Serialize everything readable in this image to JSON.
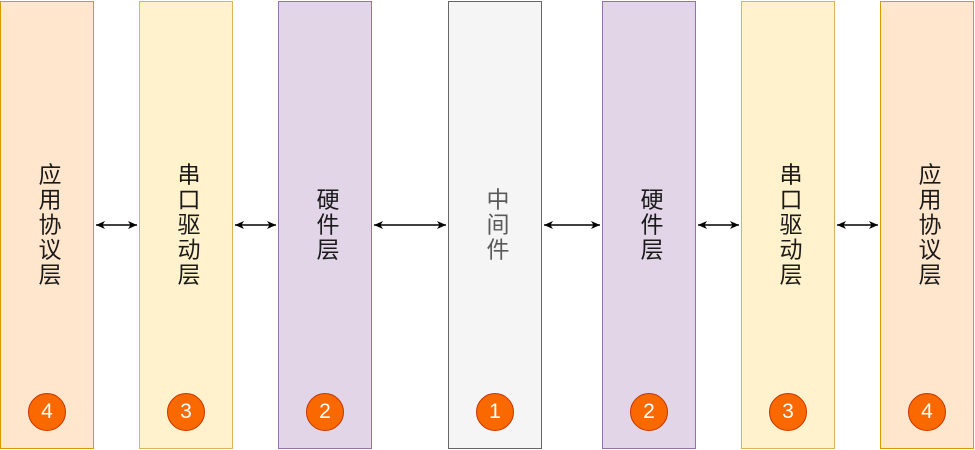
{
  "layers": [
    {
      "label": "应用协议层",
      "badge": "4"
    },
    {
      "label": "串口驱动层",
      "badge": "3"
    },
    {
      "label": "硬件层",
      "badge": "2"
    },
    {
      "label": "中间件",
      "badge": "1"
    },
    {
      "label": "硬件层",
      "badge": "2"
    },
    {
      "label": "串口驱动层",
      "badge": "3"
    },
    {
      "label": "应用协议层",
      "badge": "4"
    }
  ],
  "colors": {
    "app_fill": "#ffe6cc",
    "driver_fill": "#fff2cc",
    "hardware_fill": "#e1d5e7",
    "middleware_fill": "#f5f5f5",
    "badge_fill": "#fa6800",
    "arrow": "#000000"
  },
  "connectors": "bidirectional-arrows"
}
